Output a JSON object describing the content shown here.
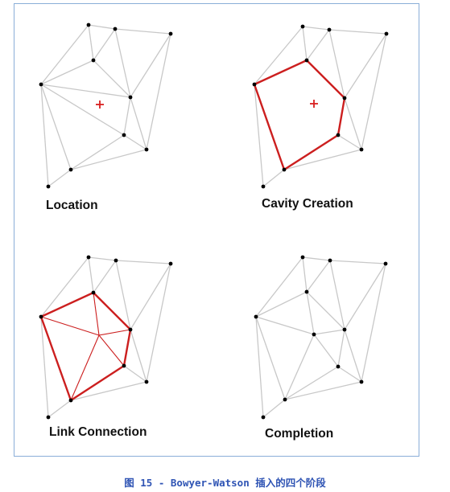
{
  "panels": [
    {
      "label": "Location"
    },
    {
      "label": "Cavity Creation"
    },
    {
      "label": "Link Connection"
    },
    {
      "label": "Completion"
    }
  ],
  "caption": "图 15 - Bowyer-Watson 插入的四个阶段",
  "colors": {
    "edge": "#c8c8c8",
    "highlight": "#cc1f1f",
    "point": "#000000",
    "marker": "#d92020",
    "caption": "#2f54b4",
    "frame_border": "#8aaed8"
  },
  "icons": {
    "insertion_marker": "plus-marker-icon"
  }
}
